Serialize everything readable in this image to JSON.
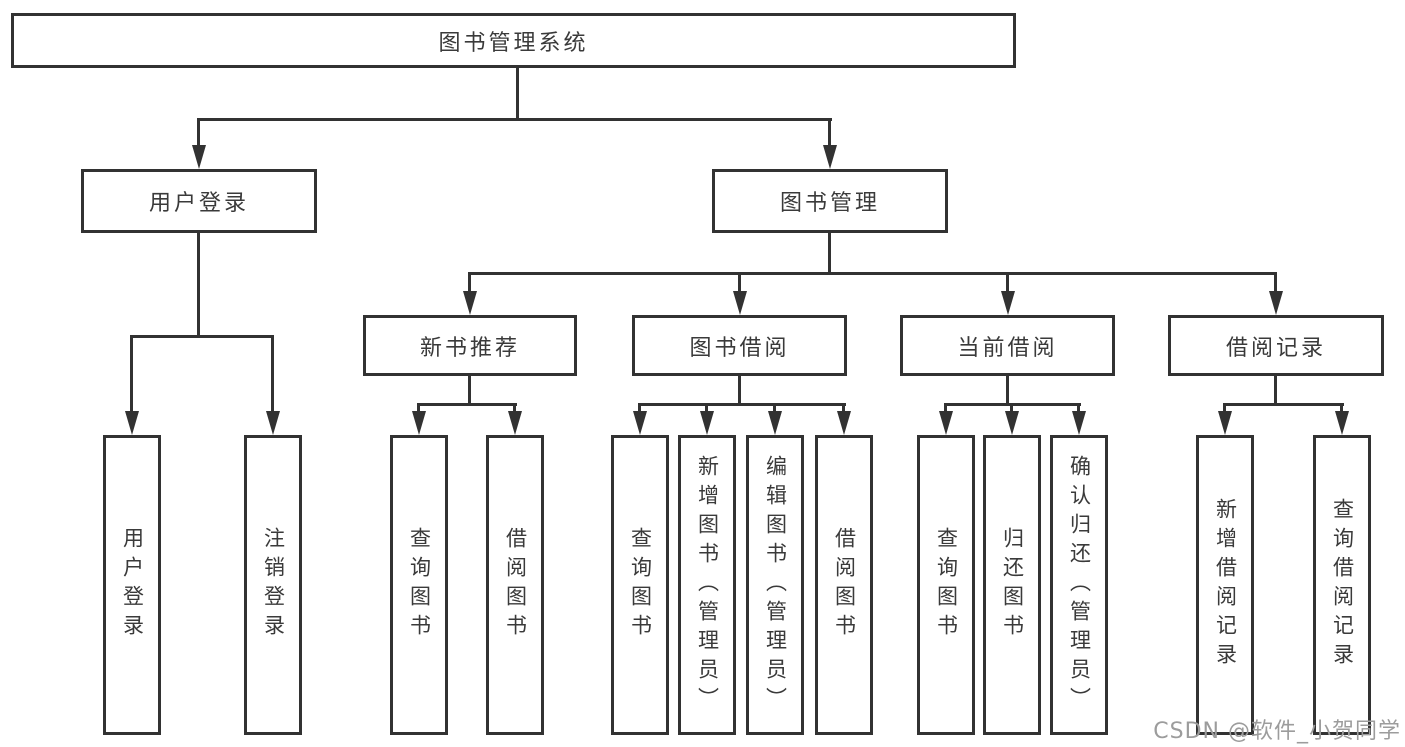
{
  "diagram_type": "hierarchy-tree",
  "colors": {
    "line": "#323232",
    "box_border": "#323232",
    "box_fill": "#ffffff",
    "text": "#3a3a3a",
    "watermark": "#9c9c9c",
    "background": "#ffffff"
  },
  "tree": {
    "label": "图书管理系统",
    "children": [
      {
        "label": "用户登录",
        "children": [
          {
            "label": "用户登录"
          },
          {
            "label": "注销登录"
          }
        ]
      },
      {
        "label": "图书管理",
        "children": [
          {
            "label": "新书推荐",
            "children": [
              {
                "label": "查询图书"
              },
              {
                "label": "借阅图书"
              }
            ]
          },
          {
            "label": "图书借阅",
            "children": [
              {
                "label": "查询图书"
              },
              {
                "label": "新增图书（管理员）"
              },
              {
                "label": "编辑图书（管理员）"
              },
              {
                "label": "借阅图书"
              }
            ]
          },
          {
            "label": "当前借阅",
            "children": [
              {
                "label": "查询图书"
              },
              {
                "label": "归还图书"
              },
              {
                "label": "确认归还（管理员）"
              }
            ]
          },
          {
            "label": "借阅记录",
            "children": [
              {
                "label": "新增借阅记录"
              },
              {
                "label": "查询借阅记录"
              }
            ]
          }
        ]
      }
    ]
  },
  "watermark": "CSDN @软件_小贺同学"
}
